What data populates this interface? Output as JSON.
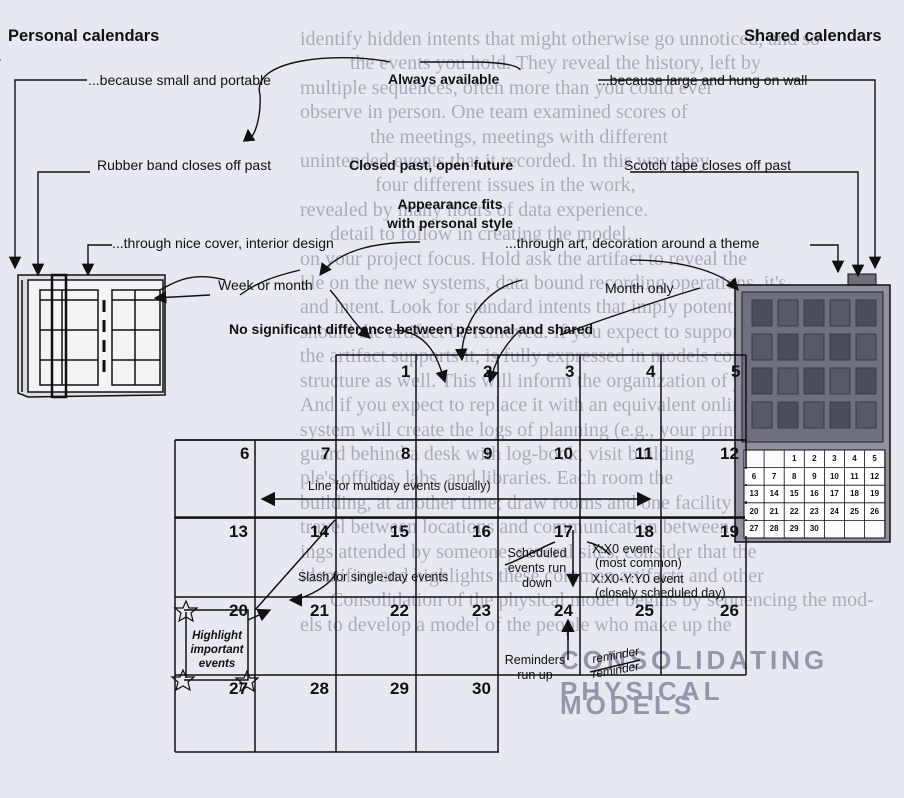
{
  "background": {
    "lines": [
      "identify hidden intents that might otherwise go unnoticed, and so",
      "          the events you hold. They reveal the history, left by",
      "multiple sequences, often more than you could ever",
      "observe in person. One team examined scores of",
      "              the meetings, meetings with different",
      "unintended events that it recorded. In this way they",
      "               four different issues in the work,",
      "revealed by many hours of data experience.",
      "      detail to follow in creating the model.",
      "on your project focus. Hold ask the artifact to reveal the",
      "kle on the new systems, data bound recording operations, it's",
      "and intent. Look for standard intents that imply potential value",
      "should the artifact be removed. If you expect to support the",
      "the artifact supports it, is fully expressed in models concepts and",
      "structure as well. This will inform the organization of your system.",
      "And if you expect to replace it with an equivalent online, or if your",
      "system will create the logs of planning (e.g., your print calendars),",
      "guard behind a desk with log-book, visit building",
      "ple's offices, labs, and libraries. Each room the",
      "building, at another time; draw rooms and one facility",
      "travel between locations and communication between sites. Meetings",
      "ings attended by someone, several sites, consider that the",
      "identifies and highlights these common artifacts and other",
      "      Consolidation of the physical model begins by sequencing the mod-",
      "els to develop a model of the people who make up the"
    ],
    "heading1": "CONSOLIDATING PHYSICAL",
    "heading2": "MODELS"
  },
  "labels": {
    "personal_calendars": "Personal calendars",
    "shared_calendars": "Shared calendars",
    "small_portable": "...because small and portable",
    "always_available": "Always available",
    "large_wall": "...because large and hung on wall",
    "rubber_band": "Rubber band closes off past",
    "closed_past": "Closed past, open future",
    "scotch_tape": "Scotch tape closes off past",
    "appearance_1": "Appearance fits",
    "appearance_2": "with personal style",
    "nice_cover": "...through nice cover, interior design",
    "art_decoration": "...through art, decoration around a theme",
    "week_or_month": "Week or month",
    "month_only": "Month only",
    "no_difference": "No significant difference between personal and shared",
    "multiday_line": "Line for multiday events (usually)",
    "slash_single": "Slash for single-day events",
    "scheduled_1": "Scheduled",
    "scheduled_2": "events run",
    "scheduled_3": "down",
    "x0_event_1": "X:X0 event",
    "x0_event_2": "(most common)",
    "x0_y0_event_1": "X:X0-Y:Y0 event",
    "x0_y0_event_2": "(closely scheduled day)",
    "highlight_1": "Highlight",
    "highlight_2": "important",
    "highlight_3": "events",
    "reminders_1": "Reminders",
    "reminders_2": "run up",
    "reminder_word_1": "reminder",
    "reminder_word_2": "reminder"
  },
  "calendar_days": [
    "1",
    "2",
    "3",
    "4",
    "5",
    "6",
    "7",
    "8",
    "9",
    "10",
    "11",
    "12",
    "13",
    "14",
    "15",
    "16",
    "17",
    "18",
    "19",
    "20",
    "21",
    "22",
    "23",
    "24",
    "25",
    "26",
    "27",
    "28",
    "29",
    "30"
  ],
  "mini_calendar_days": [
    "1",
    "2",
    "3",
    "4",
    "5",
    "6",
    "7",
    "8",
    "9",
    "10",
    "11",
    "12",
    "13",
    "14",
    "15",
    "16",
    "17",
    "18",
    "19",
    "20",
    "21",
    "22",
    "23",
    "24",
    "25",
    "26",
    "27",
    "28",
    "29",
    "30"
  ],
  "colors": {
    "background": "#e7e9f0",
    "ghost_text": "#a9acbd",
    "wall_calendar_frame": "#8f919e",
    "wall_calendar_tile": "#5d5f6c",
    "ink": "#111111"
  }
}
